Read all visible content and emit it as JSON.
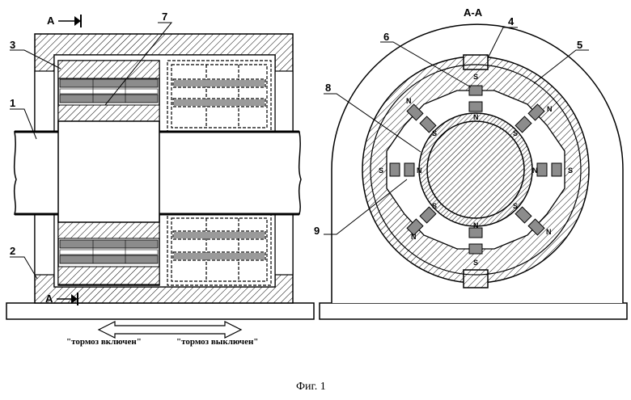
{
  "labels": {
    "section_marker": "A",
    "section_title": "A-A",
    "part_1": "1",
    "part_2": "2",
    "part_3": "3",
    "part_4": "4",
    "part_5": "5",
    "part_6": "6",
    "part_7": "7",
    "part_8": "8",
    "part_9": "9"
  },
  "states": {
    "brake_on": "\"тормоз включен\"",
    "brake_off": "\"тормоз выключен\""
  },
  "caption": "Фиг. 1"
}
